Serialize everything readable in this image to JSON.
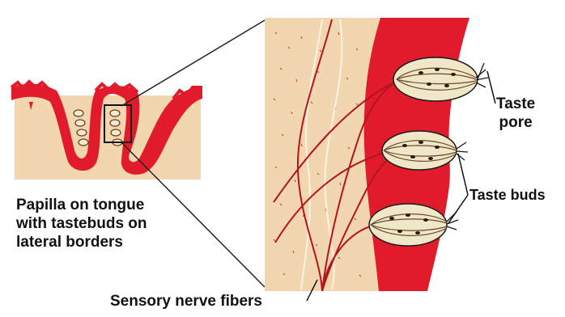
{
  "labels": {
    "papilla": [
      "Papilla on tongue",
      "with tastebuds on",
      "lateral borders"
    ],
    "taste_pore": [
      "Taste",
      "pore"
    ],
    "taste_buds": "Taste buds",
    "sensory_nerve_fibers": "Sensory nerve fibers"
  },
  "colors": {
    "background": "#ffffff",
    "tissue": "#f2d6b0",
    "epithelium_red": "#e11b2c",
    "nerve": "#b3141f",
    "taste_bud_fill": "#efe7c8",
    "outline": "#1a1a1a"
  }
}
